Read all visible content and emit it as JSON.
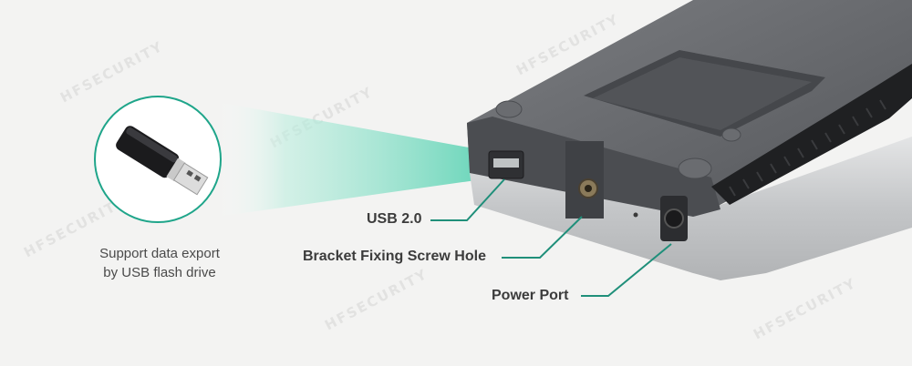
{
  "watermark_text": "HFSECURITY",
  "caption": {
    "line1": "Support data export",
    "line2": "by USB flash drive"
  },
  "labels": {
    "usb": "USB 2.0",
    "bracket": "Bracket Fixing Screw Hole",
    "power": "Power Port"
  },
  "colors": {
    "accent": "#1fa58a",
    "beam": "#5fd3b5",
    "device_dark": "#5b5d61",
    "device_silver": "#c9cbcd"
  }
}
